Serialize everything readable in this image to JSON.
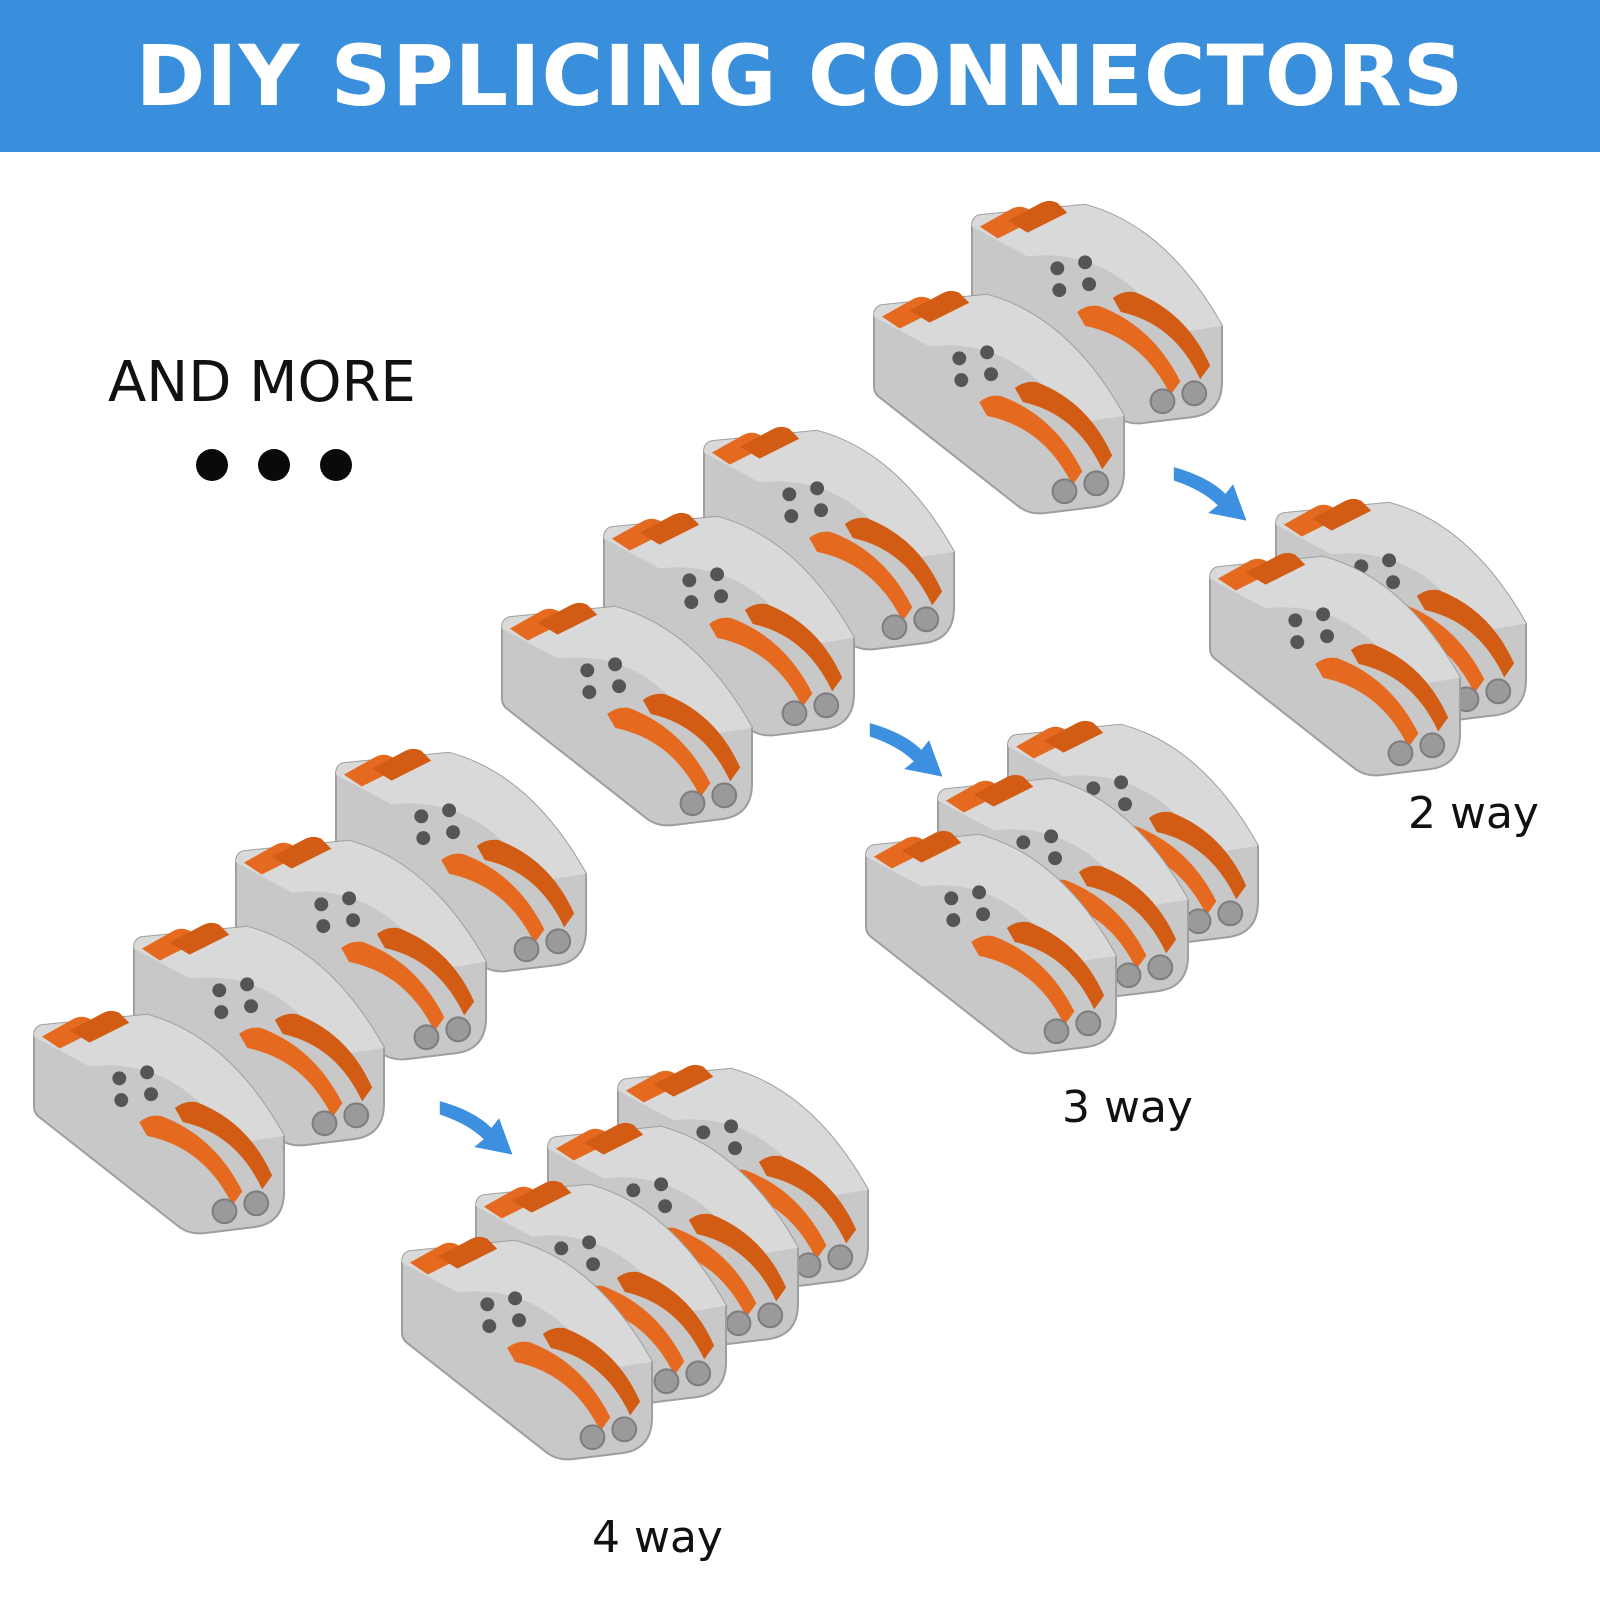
{
  "banner": {
    "title": "DIY SPLICING CONNECTORS",
    "color": "#3a8fdd"
  },
  "and_more": {
    "text": "AND MORE",
    "dots_icon": "ellipsis-dots"
  },
  "labels": {
    "two_way": "2 way",
    "three_way": "3 way",
    "four_way": "4 way"
  },
  "colors": {
    "housing": "#c9c9c9",
    "lever": "#e2671f",
    "arrow": "#3d8fe0"
  }
}
